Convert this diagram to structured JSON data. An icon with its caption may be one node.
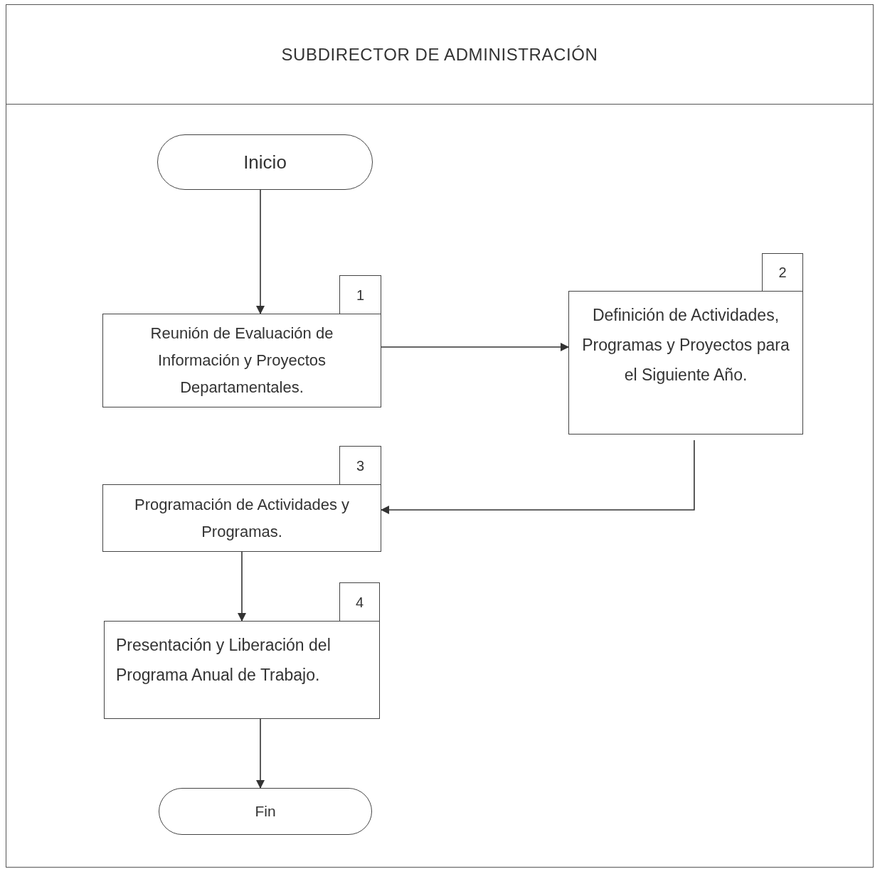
{
  "diagram": {
    "nodes": [
      {
        "text": [
          "SUBDIRECTOR DE ADMINISTRACIÓN"
        ]
      },
      {
        "text": [
          "Inicio"
        ],
        "in": 0
      },
      {
        "text": [
          "1"
        ],
        "in": 0
      },
      {
        "text": [
          "Reunión de Evaluación de Información y Proyectos Departamentales."
        ],
        "in": 0
      },
      {
        "text": [
          "2"
        ],
        "in": 0
      },
      {
        "text": [
          "Definición de Actividades, Programas y Proyectos para el Siguiente Año."
        ],
        "in": 0
      },
      {
        "text": [
          "3"
        ],
        "in": 0
      },
      {
        "text": [
          "Programación de Actividades y Programas."
        ],
        "in": 0
      },
      {
        "text": [
          "4"
        ],
        "in": 0
      },
      {
        "text": [
          "Presentación y Liberación del Programa Anual de Trabajo."
        ],
        "in": 0
      },
      {
        "text": [
          "Fin"
        ],
        "in": 0
      }
    ],
    "edges": [
      {
        "from": 1,
        "to": 3,
        "arrow": "to"
      },
      {
        "from": 3,
        "to": 5,
        "arrow": "to"
      },
      {
        "from": 5,
        "to": 7,
        "arrow": "to"
      },
      {
        "from": 7,
        "to": 9,
        "arrow": "to"
      },
      {
        "from": 9,
        "to": 10,
        "arrow": "to"
      }
    ]
  }
}
